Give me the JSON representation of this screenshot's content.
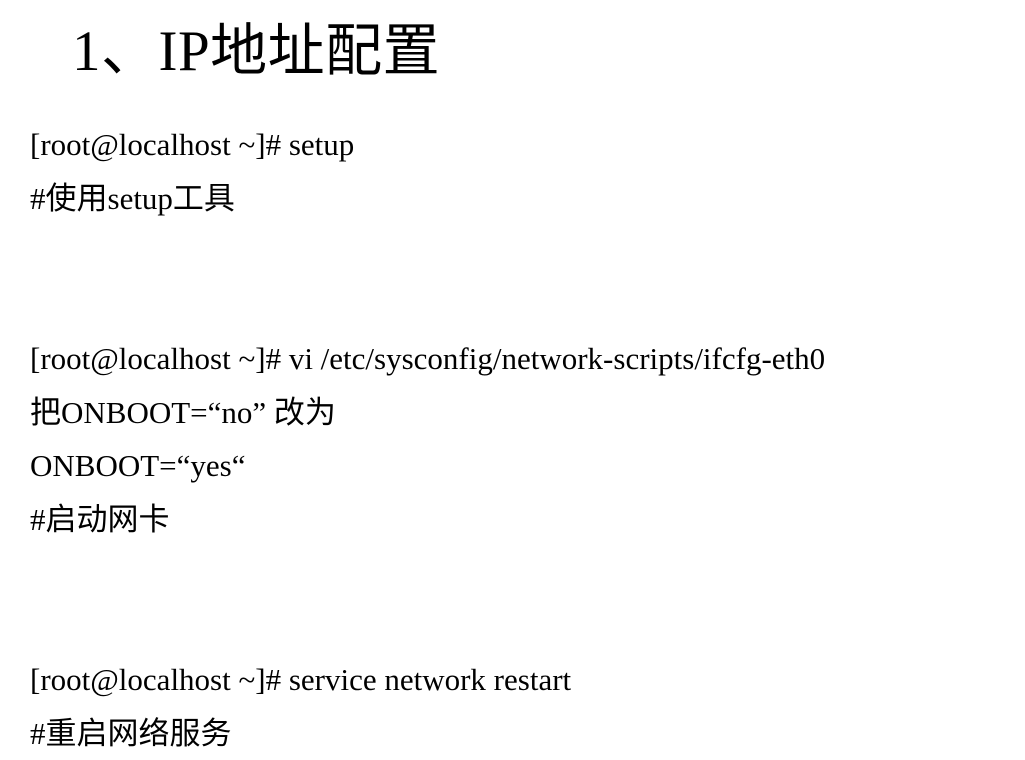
{
  "slide": {
    "title": "1、IP地址配置",
    "background_color": "#ffffff",
    "text_color": "#000000",
    "lines": [
      {
        "id": "line-1",
        "text": "[root@localhost ~]# setup",
        "blank": false
      },
      {
        "id": "line-2",
        "text": "#使用setup工具",
        "blank": false
      },
      {
        "id": "line-3",
        "text": "",
        "blank": true
      },
      {
        "id": "line-4",
        "text": "",
        "blank": true
      },
      {
        "id": "line-5",
        "text": "[root@localhost ~]# vi /etc/sysconfig/network-scripts/ifcfg-eth0",
        "blank": false
      },
      {
        "id": "line-6",
        "text": "把ONBOOT=“no” 改为",
        "blank": false
      },
      {
        "id": "line-7",
        "text": "ONBOOT=“yes“",
        "blank": false
      },
      {
        "id": "line-8",
        "text": "#启动网卡",
        "blank": false
      },
      {
        "id": "line-9",
        "text": "",
        "blank": true
      },
      {
        "id": "line-10",
        "text": "",
        "blank": true
      },
      {
        "id": "line-11",
        "text": "[root@localhost ~]# service network restart",
        "blank": false
      },
      {
        "id": "line-12",
        "text": "#重启网络服务",
        "blank": false
      }
    ]
  }
}
